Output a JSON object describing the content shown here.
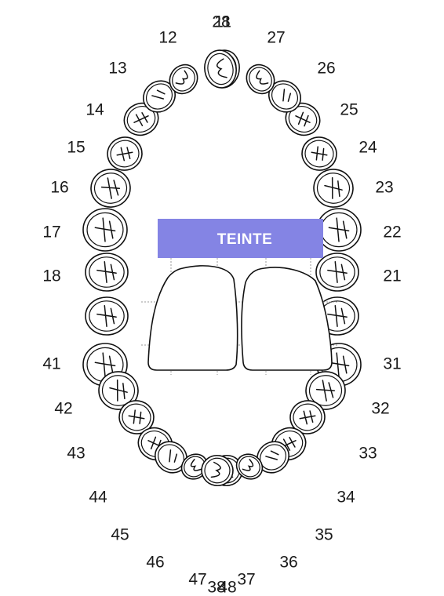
{
  "shade_panel": {
    "label": "TEINTE",
    "header_color": "#8484e4"
  },
  "teeth": {
    "upper_right": [
      "18",
      "17",
      "16",
      "15",
      "14",
      "13",
      "12",
      "11"
    ],
    "upper_left": [
      "21",
      "22",
      "23",
      "24",
      "25",
      "26",
      "27",
      "28"
    ],
    "lower_left": [
      "31",
      "32",
      "33",
      "34",
      "35",
      "36",
      "37",
      "38"
    ],
    "lower_right": [
      "41",
      "42",
      "43",
      "44",
      "45",
      "46",
      "47",
      "48"
    ]
  }
}
